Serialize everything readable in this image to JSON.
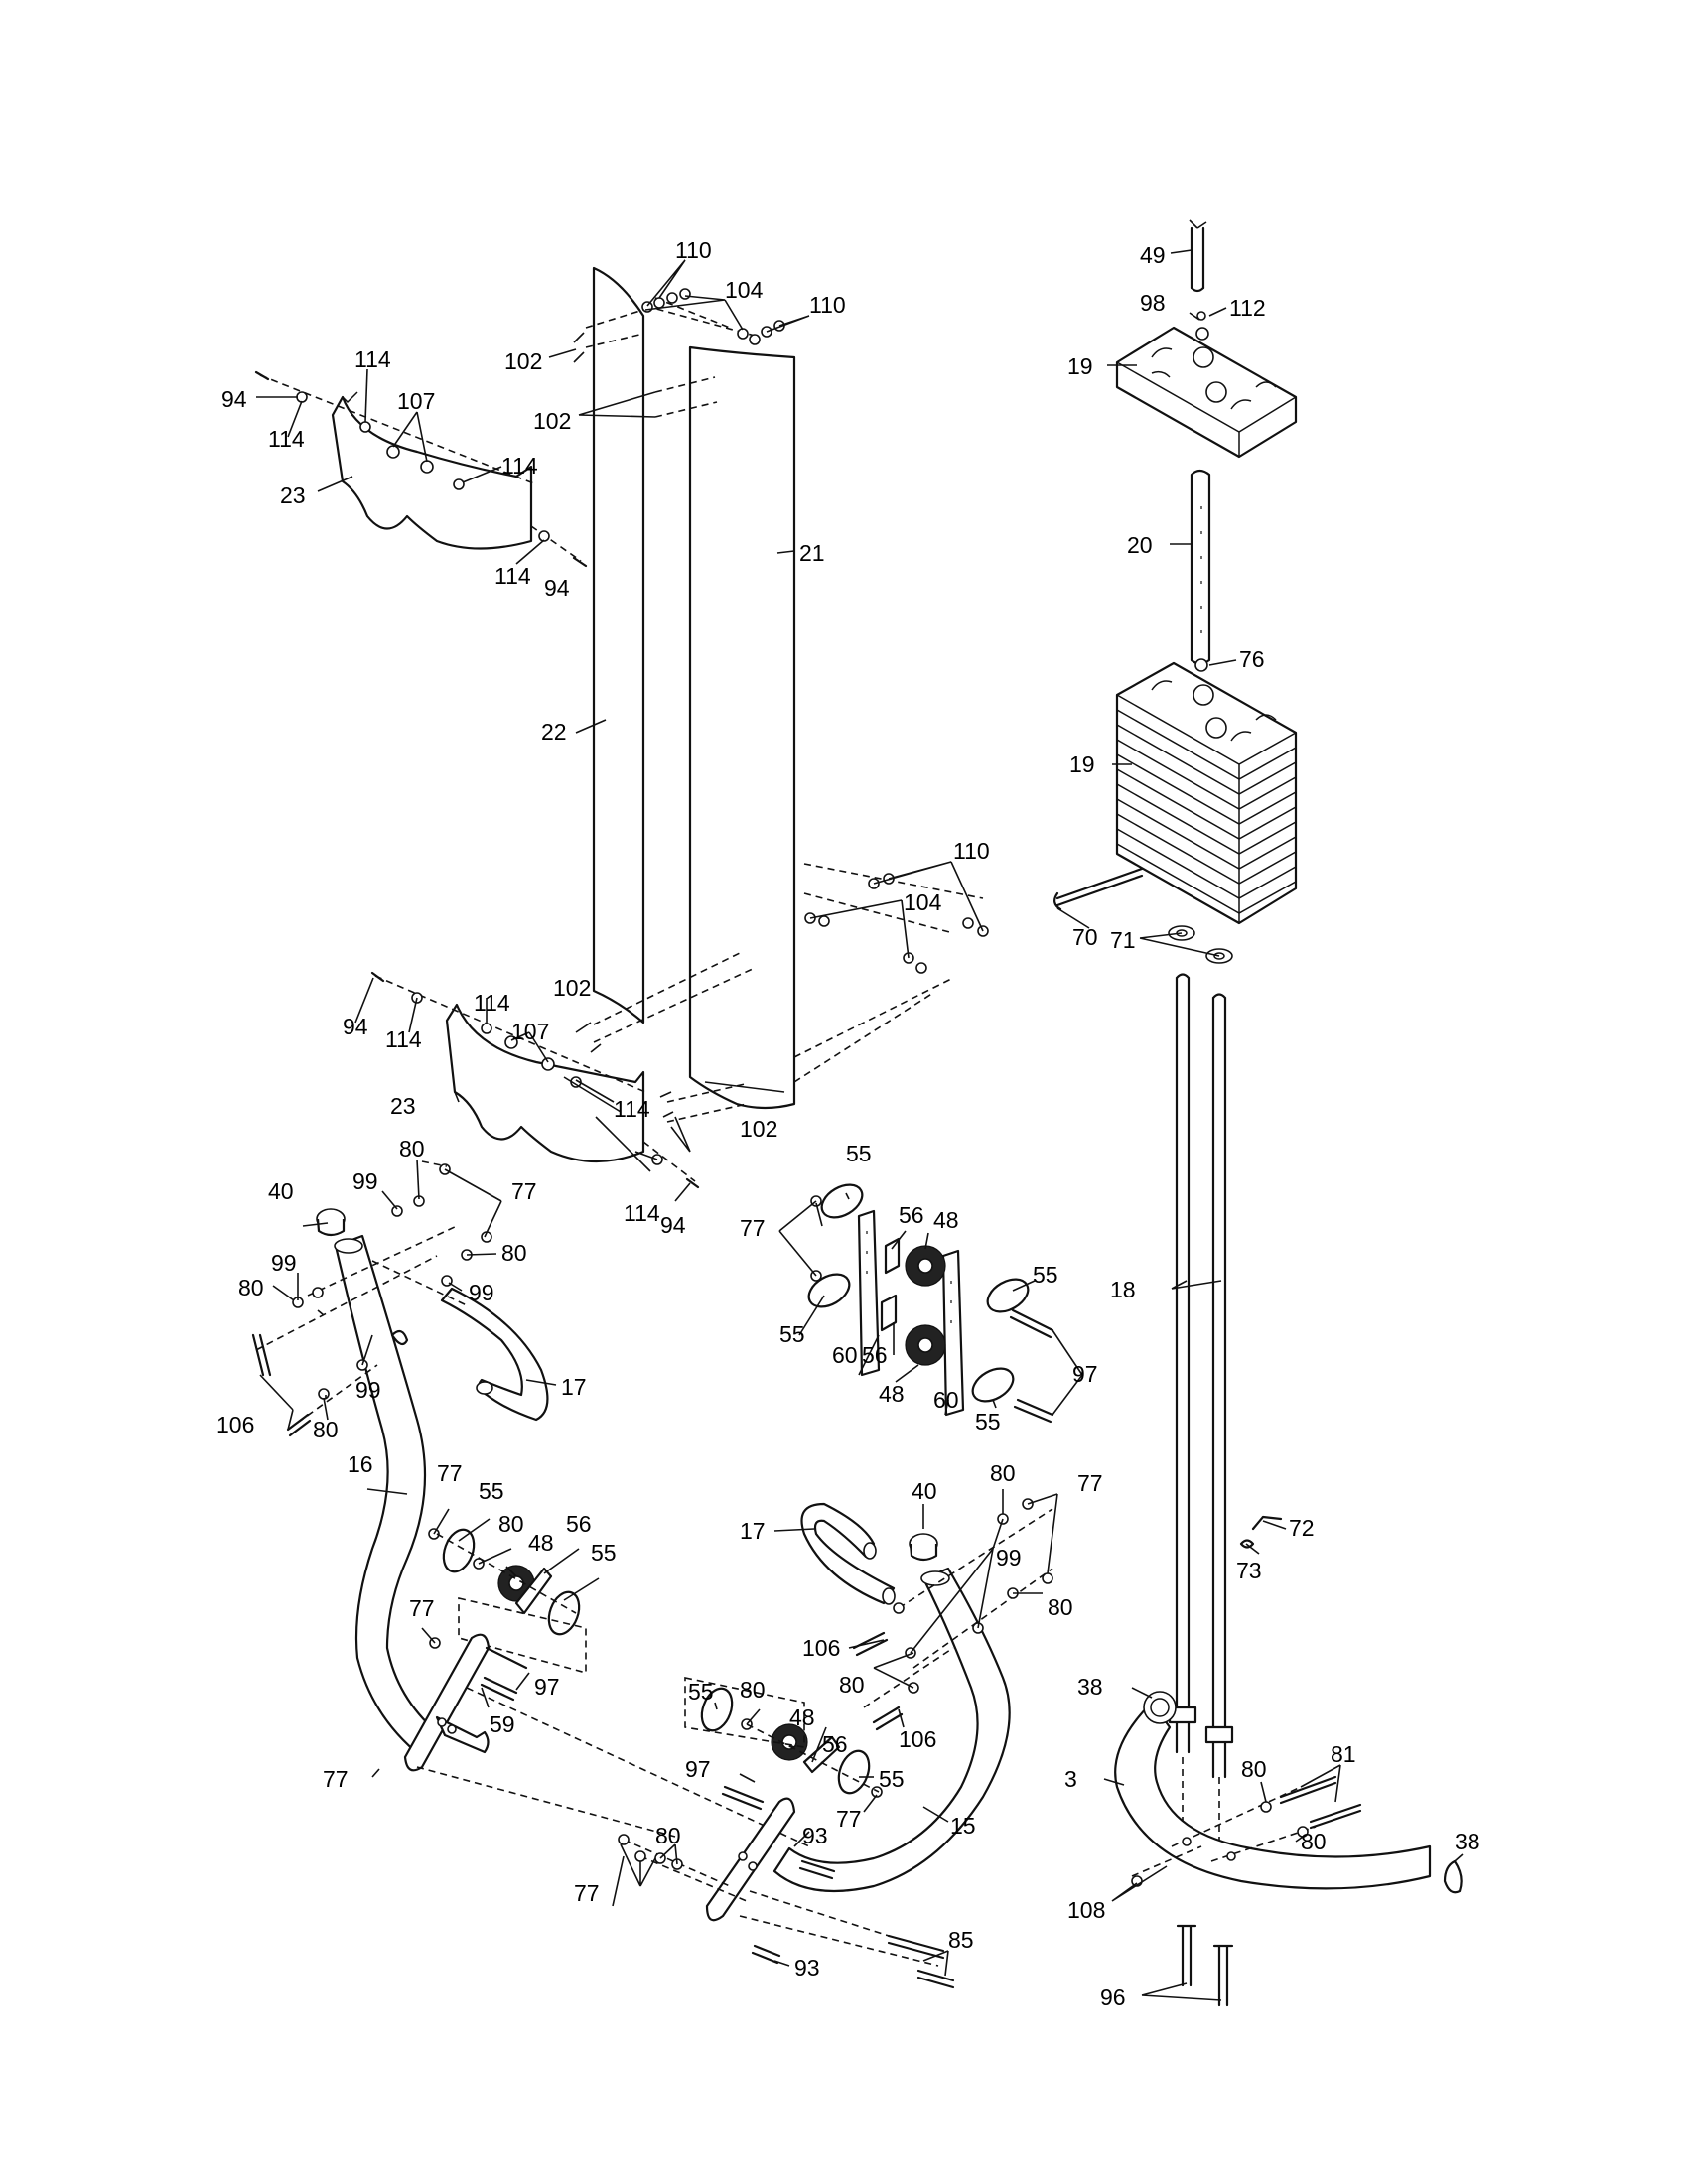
{
  "labels": [
    "110",
    "104",
    "110",
    "102",
    "102",
    "49",
    "98",
    "112",
    "19",
    "94",
    "114",
    "114",
    "107",
    "114",
    "23",
    "114",
    "94",
    "21",
    "20",
    "76",
    "22",
    "19",
    "110",
    "104",
    "70",
    "71",
    "94",
    "114",
    "107",
    "102",
    "114",
    "23",
    "114",
    "102",
    "114",
    "94",
    "40",
    "99",
    "80",
    "77",
    "80",
    "99",
    "80",
    "99",
    "17",
    "106",
    "80",
    "99",
    "55",
    "56",
    "48",
    "77",
    "55",
    "55",
    "97",
    "60",
    "56",
    "48",
    "60",
    "55",
    "18",
    "16",
    "77",
    "55",
    "80",
    "48",
    "56",
    "55",
    "40",
    "80",
    "77",
    "72",
    "73",
    "17",
    "99",
    "80",
    "106",
    "80",
    "77",
    "97",
    "59",
    "106",
    "38",
    "55",
    "80",
    "48",
    "56",
    "55",
    "97",
    "77",
    "3",
    "80",
    "81",
    "15",
    "80",
    "93",
    "77",
    "80",
    "38",
    "108",
    "77",
    "85",
    "93",
    "96"
  ]
}
